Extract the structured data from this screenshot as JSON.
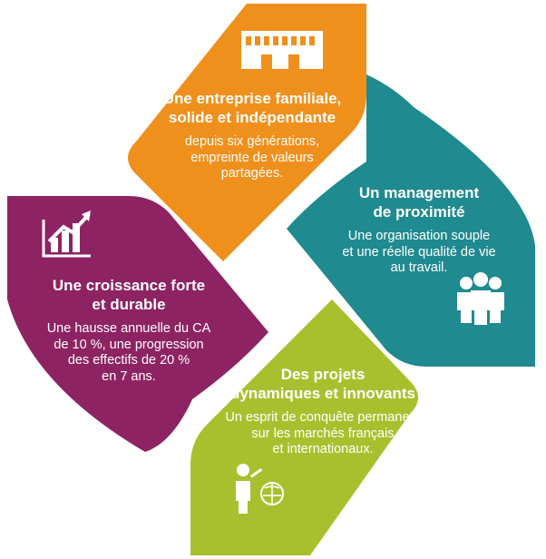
{
  "colors": {
    "orange": "#F0901C",
    "teal": "#1F8A8F",
    "purple": "#8E2363",
    "green": "#A8C02E",
    "text": "#FFFFFF"
  },
  "petals": {
    "top": {
      "icon": "building-icon",
      "title": [
        "Une entreprise familiale,",
        "solide et indépendante"
      ],
      "desc": [
        "depuis six générations,",
        "empreinte de valeurs",
        "partagées."
      ]
    },
    "right": {
      "icon": "team-icon",
      "title": [
        "Un management",
        "de proximité"
      ],
      "desc": [
        "Une organisation souple",
        "et une réelle qualité de vie",
        "au travail."
      ]
    },
    "left": {
      "icon": "growth-chart-icon",
      "title": [
        "Une croissance forte",
        "et durable"
      ],
      "desc": [
        "Une hausse annuelle du CA",
        "de 10 %, une progression",
        "des effectifs de 20 %",
        "en 7 ans."
      ]
    },
    "bottom": {
      "icon": "presenter-globe-icon",
      "title": [
        "Des projets",
        "dynamiques et innovants"
      ],
      "desc": [
        "Un esprit de conquête permanent",
        "sur les marchés français",
        "et internationaux."
      ]
    }
  }
}
